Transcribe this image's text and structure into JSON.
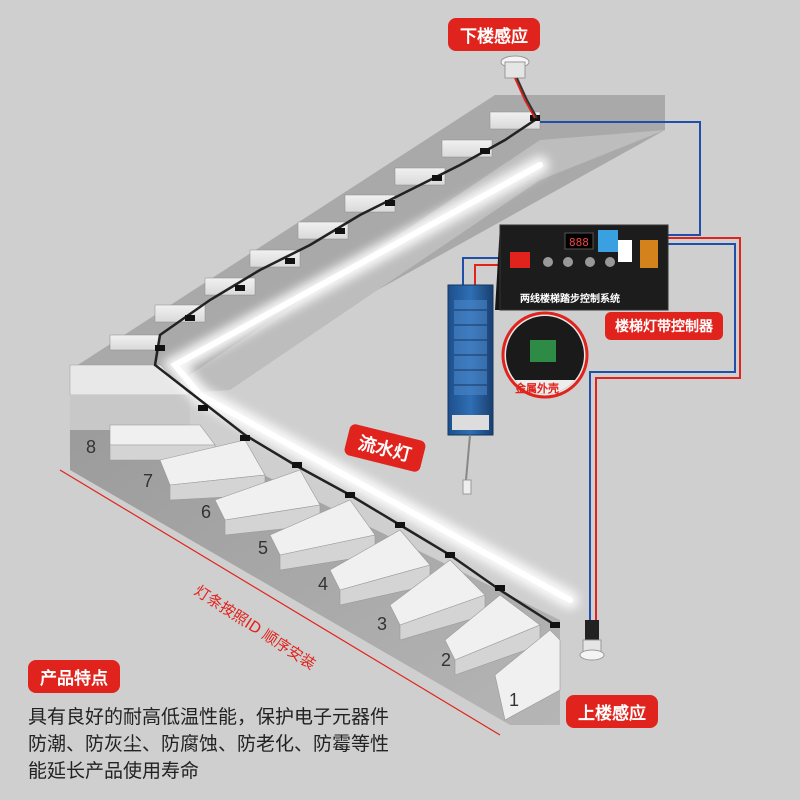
{
  "labels": {
    "down_sensor": "下楼感应",
    "up_sensor": "上楼感应",
    "controller": "楼梯灯带控制器",
    "metal_case": "金属外壳",
    "flow_light": "流水灯",
    "install_order": "灯条按照ID 顺序安装",
    "controller_title": "两线楼梯踏步控制系统"
  },
  "steps": [
    "1",
    "2",
    "3",
    "4",
    "5",
    "6",
    "7",
    "8"
  ],
  "features": {
    "title": "产品特点",
    "lines": [
      "具有良好的耐高低温性能，保护电子元器件",
      "防潮、防灰尘、防腐蚀、防老化、防霉等性",
      "能延长产品使用寿命"
    ]
  },
  "colors": {
    "accent": "#e0231c",
    "wire_blue": "#1f4fa8",
    "wire_red": "#e0231c",
    "background": "#cfcfcf"
  },
  "icons": [
    "motion-sensor-icon",
    "power-supply-icon",
    "controller-icon"
  ]
}
